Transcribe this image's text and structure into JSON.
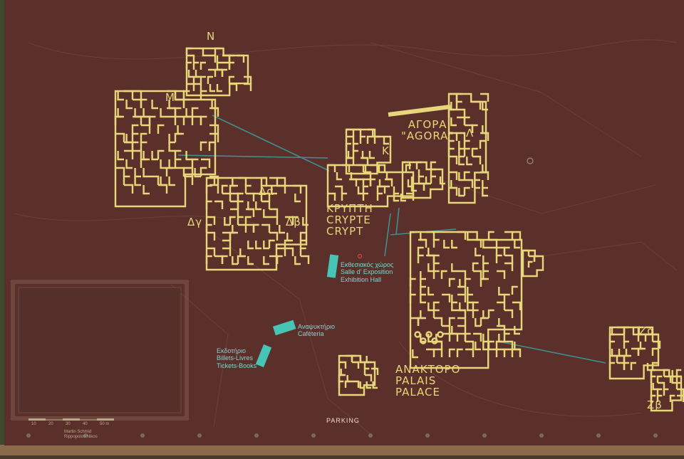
{
  "sign": {
    "background_color": "#5b2f2a",
    "building_color": "#e8d77a",
    "path_color": "#3f8f8f",
    "facility_color": "#46c4b4"
  },
  "zones": {
    "north": "N",
    "m": "M",
    "k": "K",
    "lambda": "Λ",
    "delta_alpha": "Δα",
    "delta_beta": "Δβ",
    "delta_gamma": "Δγ",
    "zeta_alpha": "Ζα",
    "zeta_beta": "Ζβ"
  },
  "agora": {
    "greek": "ΑΓΟΡΑ",
    "french": "\"AGORA\""
  },
  "crypt": {
    "greek": "ΚΡΥΠΤΗ",
    "french": "CRYPTE",
    "english": "CRYPT"
  },
  "palace": {
    "greek": "ΑΝΑΚΤΟΡΟ",
    "french": "PALAIS",
    "english": "PALACE"
  },
  "exhibition": {
    "greek": "Εκθεσιακός χώρος",
    "french": "Salle d' Exposition",
    "english": "Exhibition Hall"
  },
  "cafeteria": {
    "greek": "Αναψυκτήριο",
    "french": "Caféteria"
  },
  "tickets": {
    "greek": "Εκδοτήριο",
    "french": "Billets-Livres",
    "english": "Tickets-Books"
  },
  "parking": "PARKING",
  "scale": {
    "ticks": [
      "10",
      "20",
      "30",
      "40",
      "50 m"
    ]
  },
  "credits": {
    "line1": "Martin Schmid",
    "line2": "Rippopolos Nikos"
  }
}
